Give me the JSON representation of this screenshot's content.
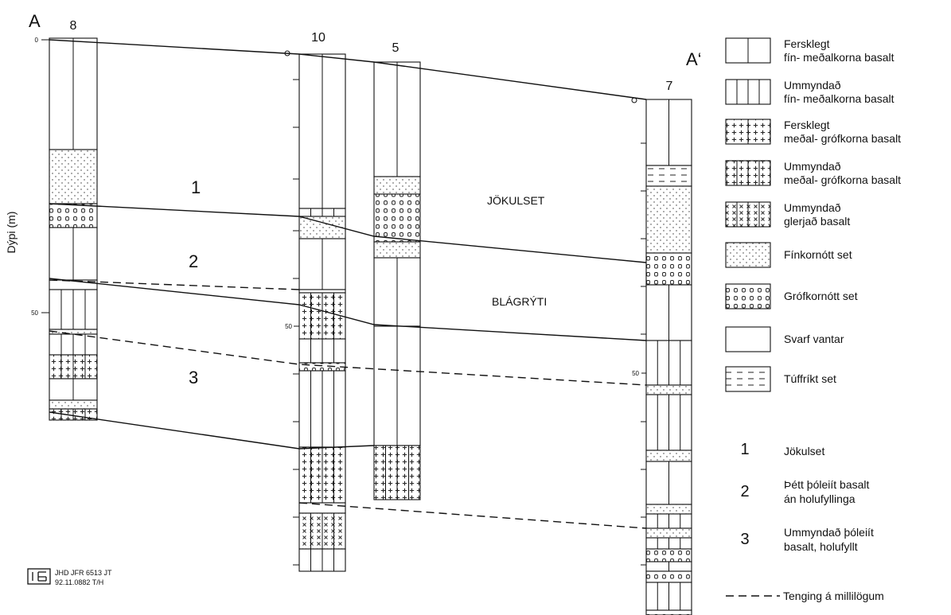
{
  "section": {
    "start_label": "A",
    "end_label": "A‘"
  },
  "depth_axis": {
    "label": "Dýpi (m)"
  },
  "wells": [
    {
      "id": "8",
      "ticks": [
        "0",
        "50"
      ]
    },
    {
      "id": "10",
      "ticks": [
        "50"
      ]
    },
    {
      "id": "5",
      "ticks": []
    },
    {
      "id": "7",
      "ticks": [
        "50"
      ]
    }
  ],
  "zones": {
    "z1": "1",
    "z2": "2",
    "z3": "3"
  },
  "unit_labels": {
    "glacial": "JÖKULSET",
    "basalt": "BLÁGRÝTI"
  },
  "legend": {
    "patterns": [
      {
        "key": "fresh_fine",
        "line1": "Fersklegt",
        "line2": "fín- meðalkorna basalt"
      },
      {
        "key": "altered_fine",
        "line1": "Ummyndað",
        "line2": "fín- meðalkorna basalt"
      },
      {
        "key": "fresh_coarse",
        "line1": "Fersklegt",
        "line2": "meðal- grófkorna basalt"
      },
      {
        "key": "altered_coarse",
        "line1": "Ummyndað",
        "line2": "meðal- grófkorna basalt"
      },
      {
        "key": "glassy",
        "line1": "Ummyndað",
        "line2": "glerjað basalt"
      },
      {
        "key": "fine_sed",
        "line1": "Fínkornótt set",
        "line2": ""
      },
      {
        "key": "coarse_sed",
        "line1": "Grófkornótt set",
        "line2": ""
      },
      {
        "key": "missing",
        "line1": "Svarf vantar",
        "line2": ""
      },
      {
        "key": "tuff",
        "line1": "Túffríkt set",
        "line2": ""
      }
    ],
    "units": [
      {
        "num": "1",
        "line1": "Jökulset",
        "line2": ""
      },
      {
        "num": "2",
        "line1": "Þétt þóleiít basalt",
        "line2": "án holufyllinga"
      },
      {
        "num": "3",
        "line1": "Ummyndað þóleiít",
        "line2": "basalt, holufyllt"
      }
    ],
    "correlation": "Tenging á millilögum"
  },
  "stamp": {
    "line1": "JHD JFR 6513 JT",
    "line2": "92.11.0882 T/H"
  }
}
